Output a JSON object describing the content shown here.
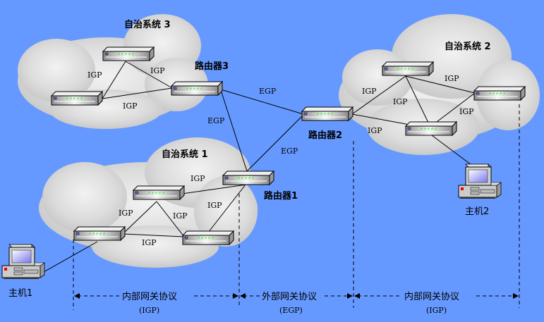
{
  "colors": {
    "background": "#6699ff",
    "cloud": "#e6e6e6",
    "cloud_shade": "#c8c8c8",
    "router_led": "#33ff33",
    "link": "#000000"
  },
  "autonomous_systems": [
    {
      "id": "as3",
      "label": "自治系统 3"
    },
    {
      "id": "as2",
      "label": "自治系统 2"
    },
    {
      "id": "as1",
      "label": "自治系统 1"
    }
  ],
  "routers": [
    {
      "id": "as3-r1",
      "label": ""
    },
    {
      "id": "as3-r2",
      "label": ""
    },
    {
      "id": "router3",
      "label": "路由器3"
    },
    {
      "id": "router2",
      "label": "路由器2"
    },
    {
      "id": "as2-r1",
      "label": ""
    },
    {
      "id": "as2-r2",
      "label": ""
    },
    {
      "id": "as2-r3",
      "label": ""
    },
    {
      "id": "router1",
      "label": "路由器1"
    },
    {
      "id": "as1-r1",
      "label": ""
    },
    {
      "id": "as1-r2",
      "label": ""
    },
    {
      "id": "as1-r3",
      "label": ""
    }
  ],
  "hosts": [
    {
      "id": "host1",
      "label": "主机1"
    },
    {
      "id": "host2",
      "label": "主机2"
    }
  ],
  "links": [
    {
      "from": "as3-r1",
      "to": "as3-r2",
      "protocol": "IGP"
    },
    {
      "from": "as3-r1",
      "to": "router3",
      "protocol": "IGP"
    },
    {
      "from": "as3-r2",
      "to": "router3",
      "protocol": "IGP"
    },
    {
      "from": "router3",
      "to": "router2",
      "protocol": "EGP"
    },
    {
      "from": "router3",
      "to": "router1",
      "protocol": "EGP"
    },
    {
      "from": "router1",
      "to": "router2",
      "protocol": "EGP"
    },
    {
      "from": "router2",
      "to": "as2-r1",
      "protocol": "IGP"
    },
    {
      "from": "router2",
      "to": "as2-r3",
      "protocol": "IGP"
    },
    {
      "from": "as2-r1",
      "to": "as2-r3",
      "protocol": "IGP"
    },
    {
      "from": "as2-r1",
      "to": "as2-r2",
      "protocol": "IGP"
    },
    {
      "from": "as2-r2",
      "to": "as2-r3",
      "protocol": "IGP"
    },
    {
      "from": "as1-r1",
      "to": "router1",
      "protocol": "IGP"
    },
    {
      "from": "as1-r1",
      "to": "as1-r2",
      "protocol": "IGP"
    },
    {
      "from": "as1-r1",
      "to": "as1-r3",
      "protocol": "IGP"
    },
    {
      "from": "as1-r2",
      "to": "as1-r3",
      "protocol": "IGP"
    },
    {
      "from": "router1",
      "to": "as1-r3",
      "protocol": "IGP"
    },
    {
      "from": "host1",
      "to": "as1-r2",
      "protocol": ""
    },
    {
      "from": "host2",
      "to": "as2-r3",
      "protocol": ""
    }
  ],
  "link_labels": {
    "igp": "IGP",
    "egp": "EGP"
  },
  "spans": [
    {
      "id": "igp-left",
      "label": "内部网关协议",
      "sub": "(IGP)"
    },
    {
      "id": "egp-mid",
      "label": "外部网关协议",
      "sub": "(EGP)"
    },
    {
      "id": "igp-right",
      "label": "内部网关协议",
      "sub": "(IGP)"
    }
  ]
}
